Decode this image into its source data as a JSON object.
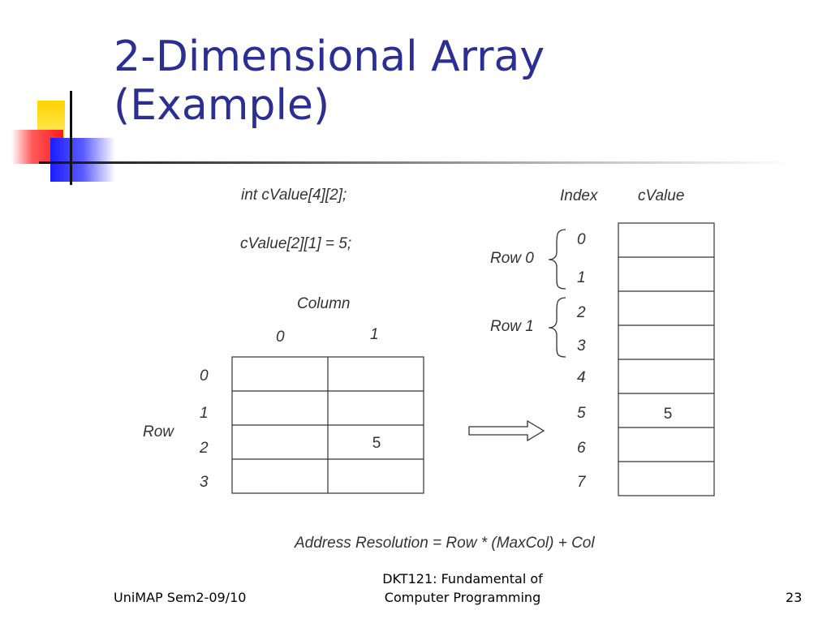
{
  "title": {
    "line1": "2-Dimensional Array",
    "line2": "(Example)"
  },
  "code": {
    "declaration": "int cValue[4][2];",
    "assignment": "cValue[2][1] = 5;"
  },
  "table2d": {
    "column_label": "Column",
    "column_headers": [
      "0",
      "1"
    ],
    "row_label": "Row",
    "row_headers": [
      "0",
      "1",
      "2",
      "3"
    ],
    "cells": [
      [
        "",
        ""
      ],
      [
        "",
        ""
      ],
      [
        "",
        "5"
      ],
      [
        "",
        ""
      ]
    ]
  },
  "memory": {
    "index_header": "Index",
    "value_header": "cValue",
    "indices": [
      "0",
      "1",
      "2",
      "3",
      "4",
      "5",
      "6",
      "7"
    ],
    "values": [
      "",
      "",
      "",
      "",
      "",
      "5",
      "",
      ""
    ],
    "groups": [
      "Row 0",
      "Row 1"
    ]
  },
  "formula": "Address Resolution = Row * (MaxCol) + Col",
  "footer": {
    "left": "UniMAP Sem2-09/10",
    "center_line1": "DKT121: Fundamental of",
    "center_line2": "Computer Programming",
    "page": "23"
  }
}
